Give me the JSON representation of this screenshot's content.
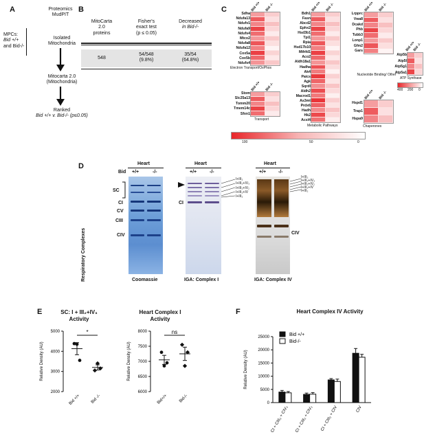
{
  "panelA": {
    "label": "A",
    "step1_line1": "Proteomics",
    "step1_line2": "MudPIT",
    "side_line1": "MPCs:",
    "side_line2": "Bid +/+",
    "side_line3": "and Bid-/-",
    "step2_line1": "Isolated",
    "step2_line2": "Mitochondria",
    "step3_line1": "Mitocarta 2.0",
    "step3_line2": "(Mitochondria)",
    "step4_line1": "Ranked",
    "step4_line2": "Bid +/+ v. Bid-/- (p≤0.05)"
  },
  "panelB": {
    "label": "B",
    "headers": [
      [
        "MitoCarta",
        "2.0",
        "proteins"
      ],
      [
        "Fisher's",
        "exact test",
        "(p ≤ 0.05)"
      ],
      [
        "Decreased",
        "in Bid-/-",
        ""
      ]
    ],
    "row": [
      [
        "548",
        ""
      ],
      [
        "54/548",
        "(9.8%)"
      ],
      [
        "35/54",
        "(64.8%)"
      ]
    ]
  },
  "panelC": {
    "label": "C",
    "col_bid_pp": "Bid +/+",
    "col_bid_mm": "Bid -/-",
    "groups": {
      "etc": {
        "title": "Electron Transport/OxPhos",
        "genes": [
          "Sdha",
          "Ndufa13",
          "Ndufv1",
          "Ndufa9",
          "Ndufs4",
          "Mtco2",
          "Ndufa8",
          "Ndufa12",
          "Cox5a",
          "Cox5b",
          "Ndufs4"
        ]
      },
      "transport": {
        "title": "Transport",
        "genes": [
          "Stom",
          "Slc25a13",
          "Tomm20",
          "Tmem14c",
          "Sfxn1"
        ]
      },
      "metabolic": {
        "title": "Metabolic Pathways",
        "genes": [
          "Bdh1",
          "Fasn",
          "Abcd2",
          "Ephx2",
          "Hsd3b1",
          "Tpi1",
          "Rpia",
          "Hsd17b10",
          "Mthfd1",
          "Aco2",
          "Aldh18a1",
          "Hadha",
          "Ak4",
          "Paics",
          "Agk",
          "Sqrdl",
          "Aldh2",
          "Macrod1",
          "As3mt",
          "Prdx6",
          "Hadh",
          "Hk2",
          "Acsl4"
        ]
      },
      "nucleotide": {
        "title": "Nucleotide Binding/ Other",
        "genes": [
          "Lrpprc",
          "Vwa8",
          "Dcakd",
          "Phb",
          "Tubb3",
          "Lonp1",
          "Gfm2",
          "Gars"
        ]
      },
      "chaperones": {
        "title": "Chaperones",
        "genes": [
          "Hspd1",
          "Trap1",
          "Hspa9"
        ]
      },
      "atp": {
        "title": "ATP Synthase",
        "genes": [
          "Atp5b",
          "Atp5l",
          "Atp5g1",
          "Atp5a1"
        ]
      }
    },
    "scale_main": [
      "100",
      "50",
      "0"
    ],
    "scale_atp": [
      "400",
      "200",
      "0"
    ]
  },
  "panelD": {
    "label": "D",
    "bid_label": "Bid",
    "heart": "Heart",
    "pp": "+/+",
    "mm": "-/-",
    "yaxis": "Respiratory Complexes",
    "gel_titles": [
      "Coomassie",
      "IGA: Complex I",
      "IGA: Complex IV"
    ],
    "coomassie_bands": [
      "SC",
      "CI",
      "CV",
      "CIII",
      "CIV"
    ],
    "ci_label": "CI",
    "civ_label": "CIV",
    "sc_labels": [
      "I+III₂",
      "I+III₂+IV₃",
      "I+III₂+IV₂",
      "I+III₂+IV",
      "I+III₂"
    ]
  },
  "panelE": {
    "label": "E",
    "chart1_title": [
      "SC: I + III₂+IV₃",
      "Activity"
    ],
    "chart2_title": [
      "Heart Complex I",
      "Activity"
    ],
    "ylabel": "Relative Density (AU)",
    "sig1": "*",
    "sig2": "ns",
    "xcats1": [
      "Bid +/+",
      "Bid -/-"
    ],
    "xcats2": [
      "Bid+/+",
      "Bid-/-"
    ]
  },
  "panelF": {
    "label": "F",
    "title": "Heart Complex IV Activity",
    "ylabel": "Relative Density (AU)",
    "legend": [
      "Bid +/+",
      "Bid-/-"
    ]
  },
  "chart_data": [
    {
      "type": "scatter",
      "title": "SC: I + III₂+IV₃ Activity",
      "ylabel": "Relative Density (AU)",
      "categories": [
        "Bid +/+",
        "Bid -/-"
      ],
      "ylim": [
        2000,
        5000
      ],
      "yticks": [
        2000,
        3000,
        4000,
        5000
      ],
      "points": [
        [
          4380,
          4350,
          3550
        ],
        [
          3050,
          3400,
          3150
        ]
      ],
      "mean": [
        4130,
        3200
      ],
      "sem": [
        300,
        130
      ]
    },
    {
      "type": "scatter",
      "title": "Heart Complex I Activity",
      "ylabel": "Relative Density (AU)",
      "categories": [
        "Bid+/+",
        "Bid-/-"
      ],
      "ylim": [
        6000,
        8000
      ],
      "yticks": [
        6000,
        6500,
        7000,
        7500,
        8000
      ],
      "points": [
        [
          7300,
          6850,
          6950
        ],
        [
          7550,
          6850,
          7300
        ]
      ],
      "mean": [
        7050,
        7250
      ],
      "sem": [
        150,
        220
      ]
    },
    {
      "type": "bar",
      "title": "Heart Complex IV Activity",
      "ylabel": "Relative Density (AU)",
      "categories": [
        "CI + CIII₂ + CIV₃",
        "CI + CIII₂ + CIV₂",
        "CI + CIII₂ + CIV",
        "CIV"
      ],
      "ylim": [
        0,
        25000
      ],
      "yticks": [
        0,
        5000,
        10000,
        15000,
        20000,
        25000
      ],
      "series": [
        {
          "name": "Bid +/+",
          "values": [
            4000,
            3100,
            8600,
            18700
          ],
          "err": [
            600,
            500,
            500,
            1800
          ]
        },
        {
          "name": "Bid-/-",
          "values": [
            3700,
            3200,
            8000,
            17200
          ],
          "err": [
            500,
            600,
            900,
            1100
          ]
        }
      ]
    }
  ]
}
